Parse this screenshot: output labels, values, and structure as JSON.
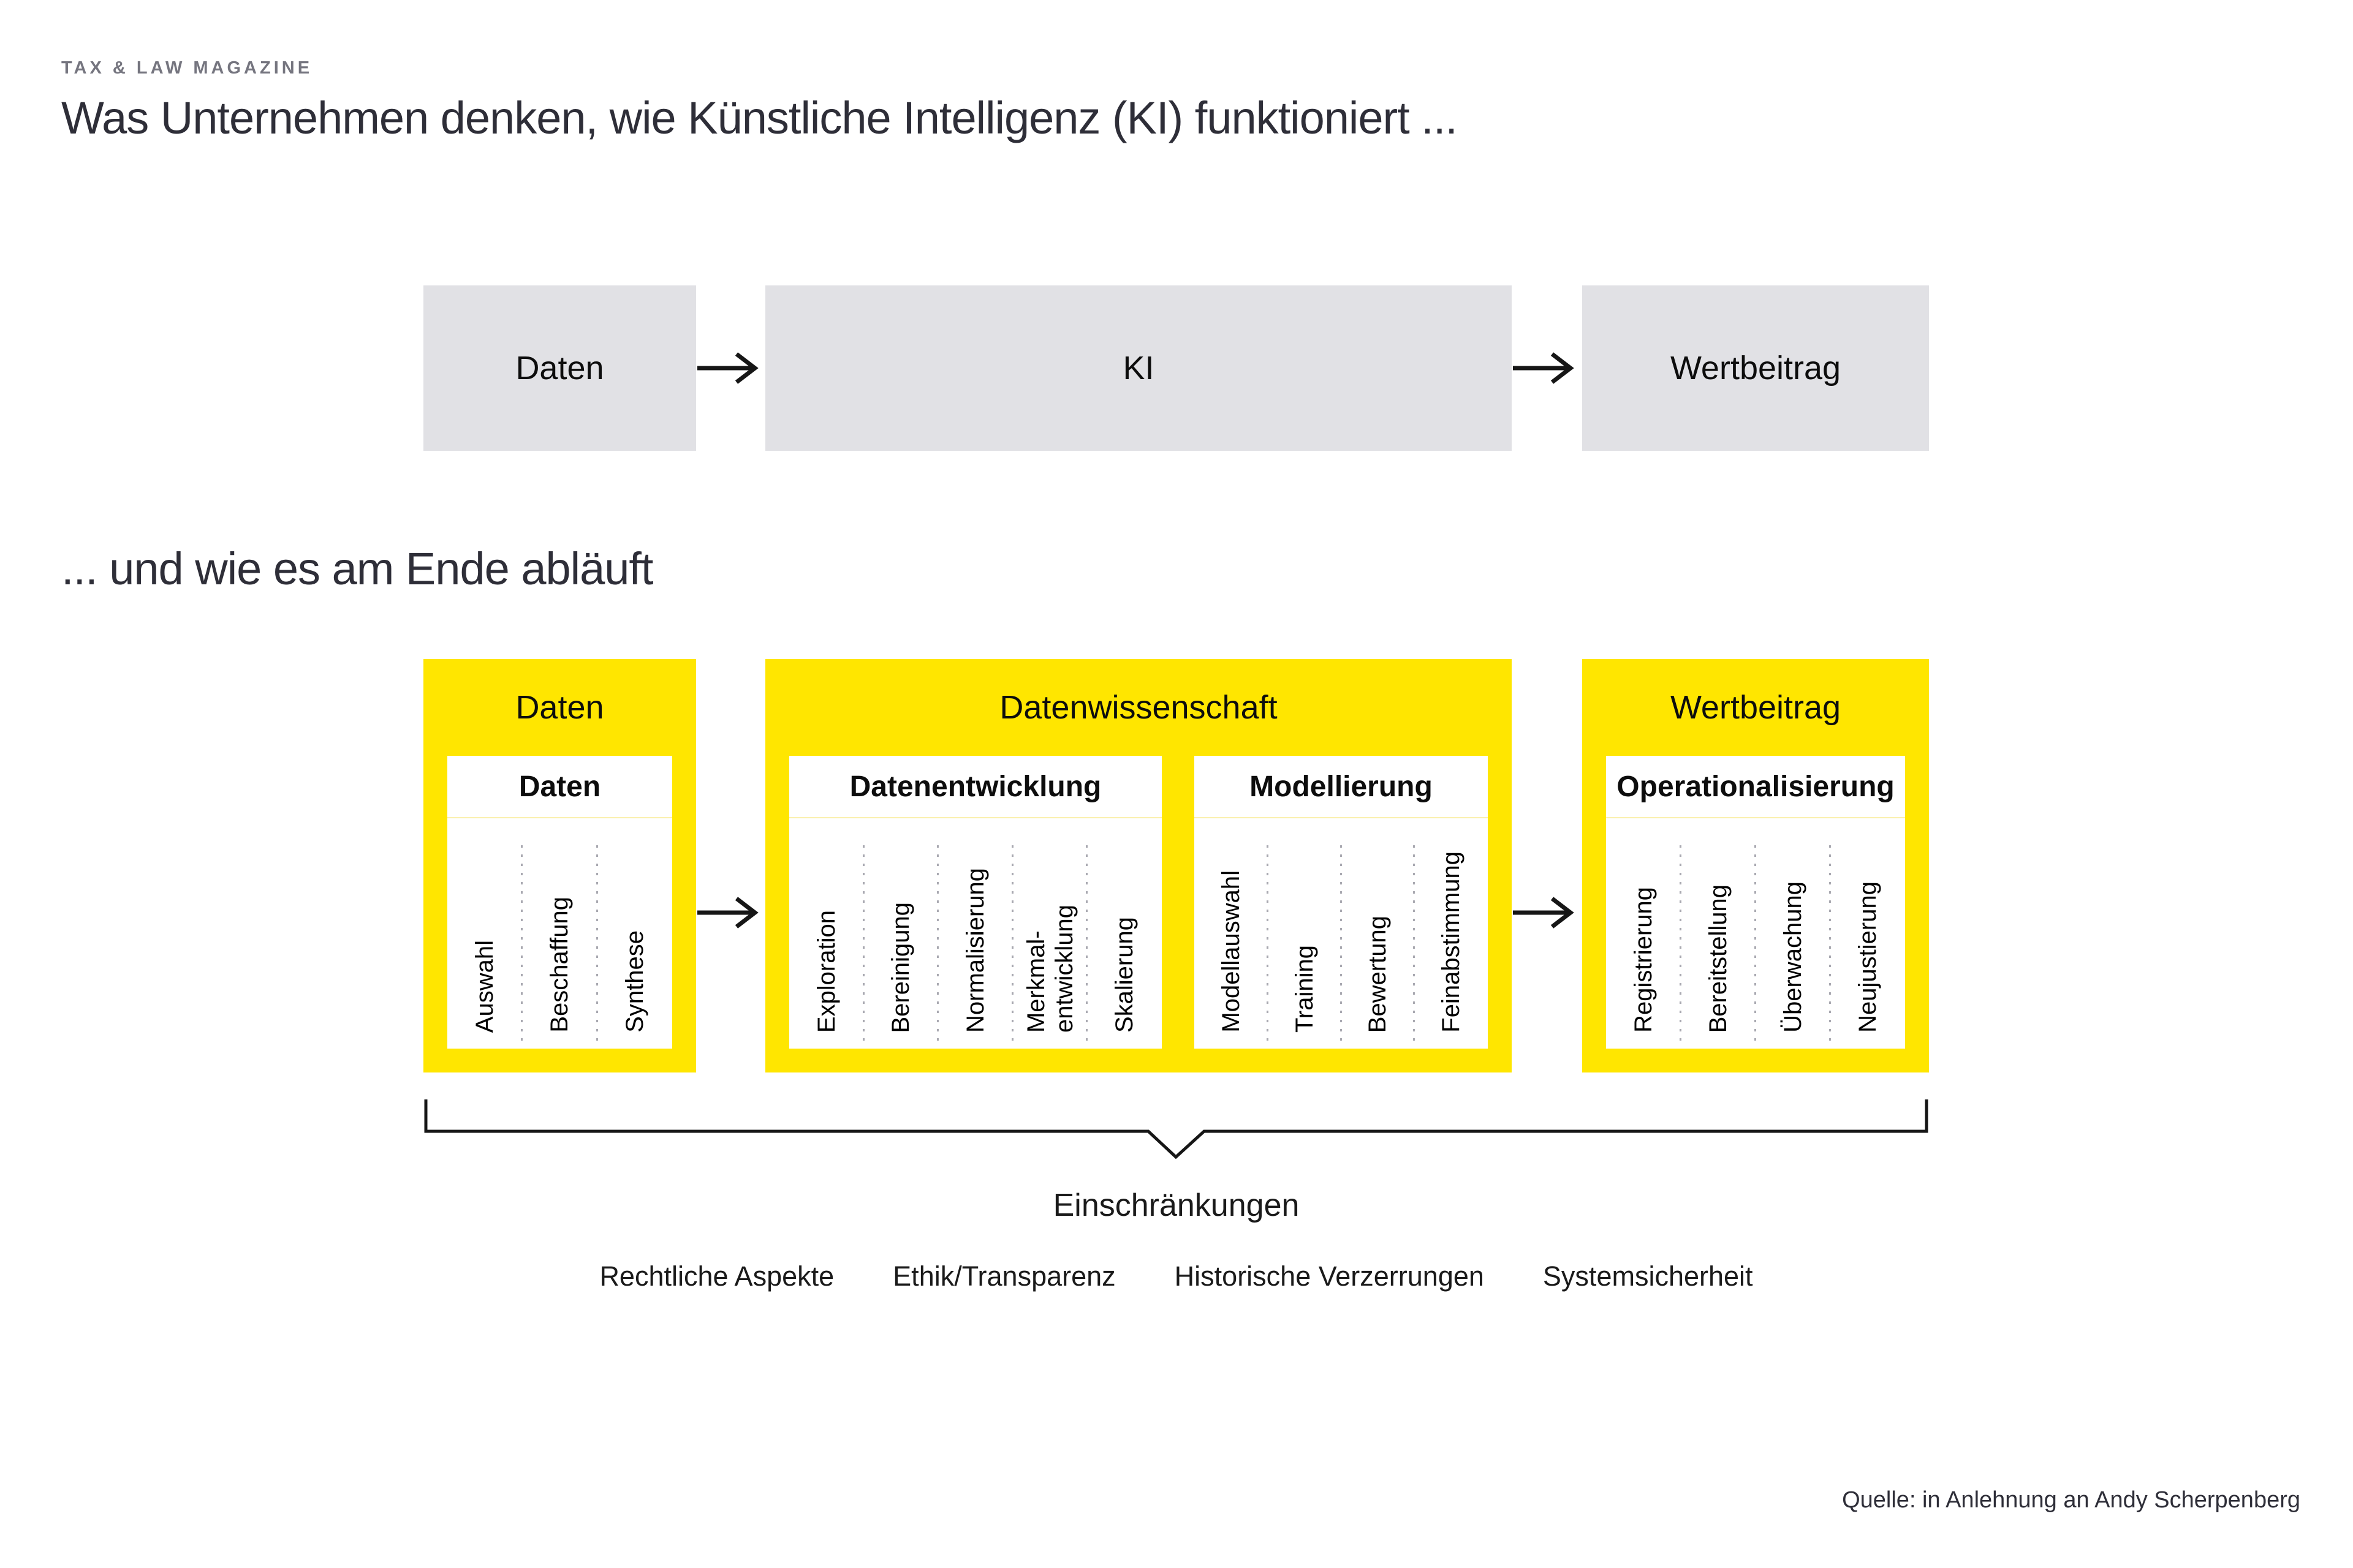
{
  "meta": {
    "eyebrow": "TAX & LAW MAGAZINE",
    "title": "Was Unternehmen denken, wie Künstliche Intelligenz (KI) funktioniert ...",
    "subtitle": "... und wie es am Ende abläuft",
    "source": "Quelle: in Anlehnung an Andy Scherpenberg"
  },
  "colors": {
    "brand_yellow": "#FFE600",
    "box_gray": "#E1E1E5",
    "dark_text": "#2E2E38",
    "eyebrow_gray": "#75757F",
    "dot_gray": "#A9A9B1"
  },
  "assumed_flow": {
    "boxes": [
      {
        "label": "Daten"
      },
      {
        "label": "KI"
      },
      {
        "label": "Wertbeitrag"
      }
    ]
  },
  "actual_flow": {
    "boxes": [
      {
        "header": "Daten",
        "groups": [
          {
            "title": "Daten",
            "items": [
              "Auswahl",
              "Beschaffung",
              "Synthese"
            ]
          }
        ]
      },
      {
        "header": "Datenwissenschaft",
        "groups": [
          {
            "title": "Datenentwicklung",
            "items": [
              "Exploration",
              "Bereinigung",
              "Normalisierung",
              "Merkmal-\nentwicklung",
              "Skalierung"
            ]
          },
          {
            "title": "Modellierung",
            "items": [
              "Modellauswahl",
              "Training",
              "Bewertung",
              "Feinabstimmung"
            ]
          }
        ]
      },
      {
        "header": "Wertbeitrag",
        "groups": [
          {
            "title": "Operationalisierung",
            "items": [
              "Registrierung",
              "Bereitstellung",
              "Überwachung",
              "Neujustierung"
            ]
          }
        ]
      }
    ]
  },
  "constraints": {
    "title": "Einschränkungen",
    "items": [
      "Rechtliche Aspekte",
      "Ethik/Transparenz",
      "Historische Verzerrungen",
      "Systemsicherheit"
    ]
  }
}
